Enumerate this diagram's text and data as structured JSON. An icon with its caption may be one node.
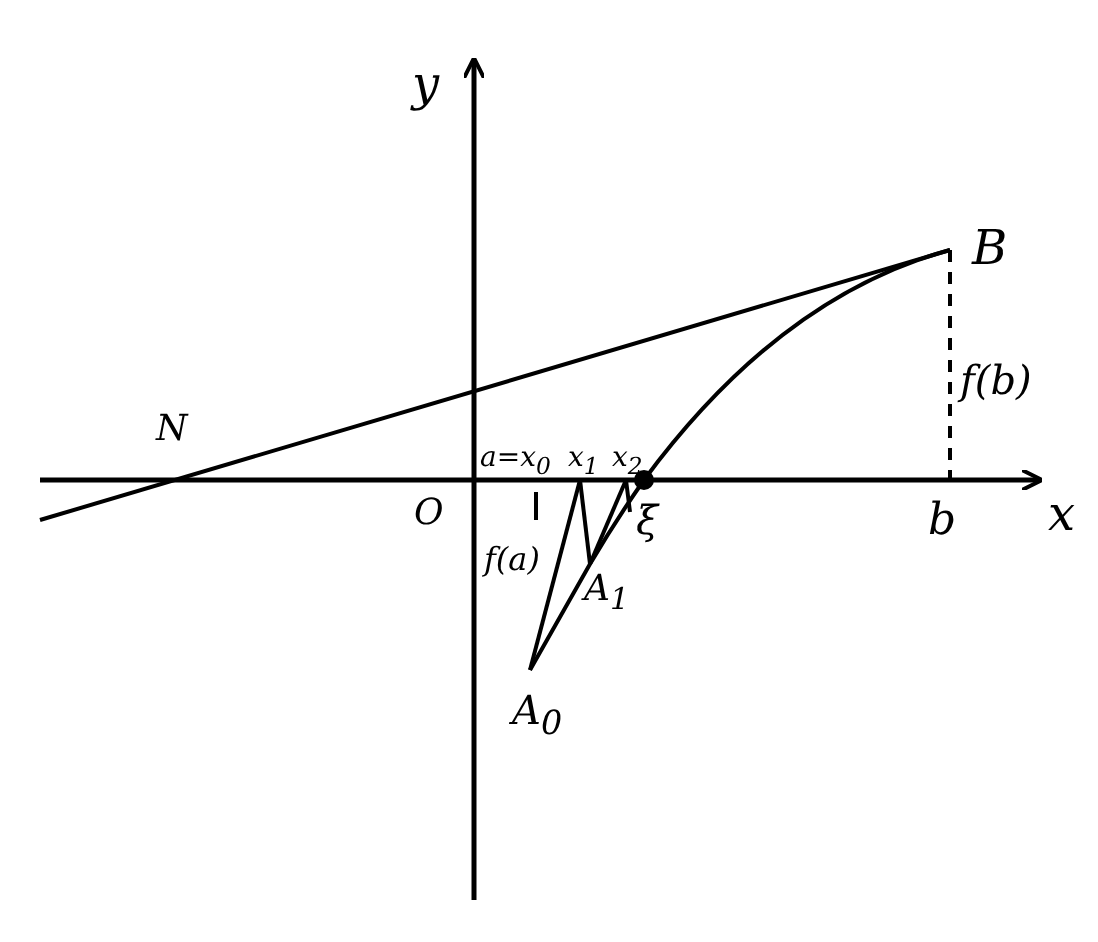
{
  "diagram": {
    "labels": [
      "y",
      "B",
      "f(b)",
      "N",
      "a=x$_{0}$",
      "x$_{1}$",
      "x$_{2}$",
      "x",
      "O",
      "b",
      "ξ",
      "f(a)",
      "A$_{1}$",
      "A$_{0}$"
    ]
  }
}
